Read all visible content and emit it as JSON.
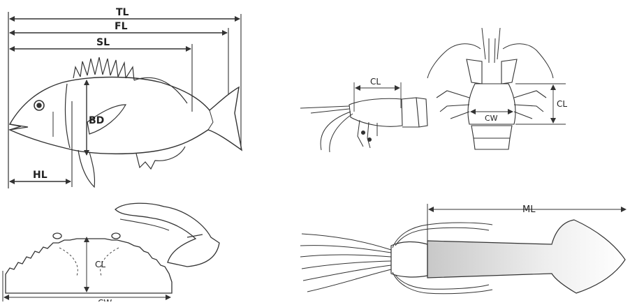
{
  "fish": {
    "tl_label": "TL",
    "fl_label": "FL",
    "sl_label": "SL",
    "bd_label": "BD",
    "hl_label": "HL"
  },
  "shrimp": {
    "cl_label": "CL"
  },
  "lobster": {
    "cw_label": "CW",
    "cl_label": "CL"
  },
  "crab": {
    "cl_label": "CL",
    "cw_label": "CW"
  },
  "squid": {
    "ml_label": "ML"
  },
  "colors": {
    "line": "#333333",
    "text": "#222222",
    "background": "#ffffff"
  }
}
